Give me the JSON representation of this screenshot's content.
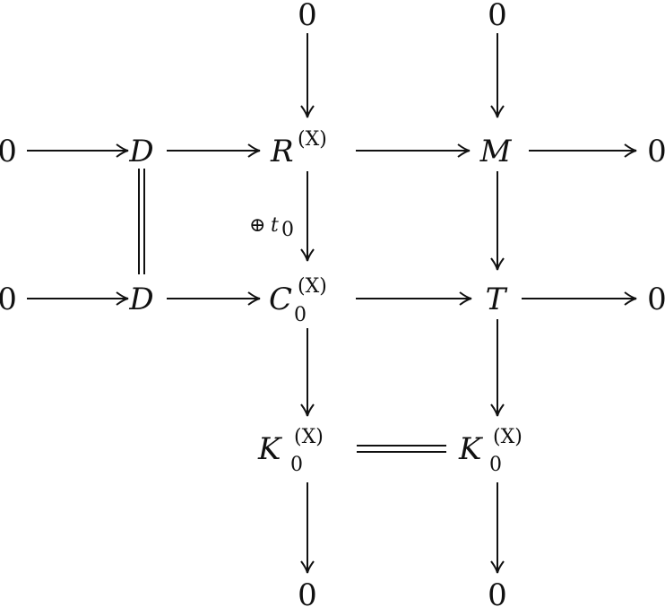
{
  "diagram": {
    "title": "Commutative diagram",
    "nodes": {
      "top_zero_left": "0",
      "top_zero_right": "0",
      "row1_zero_left": "0",
      "row1_D": "D",
      "row1_R": {
        "base": "R",
        "sup": "(X)"
      },
      "row1_M": "M",
      "row1_zero_right": "0",
      "row2_zero_left": "0",
      "row2_D": "D",
      "row2_C": {
        "base": "C",
        "sub": "0",
        "sup": "(X)"
      },
      "row2_T": "T",
      "row2_zero_right": "0",
      "row3_K_left": {
        "base": "K",
        "sub": "0",
        "sup": "(X)"
      },
      "row3_K_right": {
        "base": "K",
        "sub": "0",
        "sup": "(X)"
      },
      "bottom_zero_left": "0",
      "bottom_zero_right": "0"
    },
    "edge_labels": {
      "R_to_C": {
        "op": "⊕",
        "base": "t",
        "sub": "0"
      }
    }
  }
}
